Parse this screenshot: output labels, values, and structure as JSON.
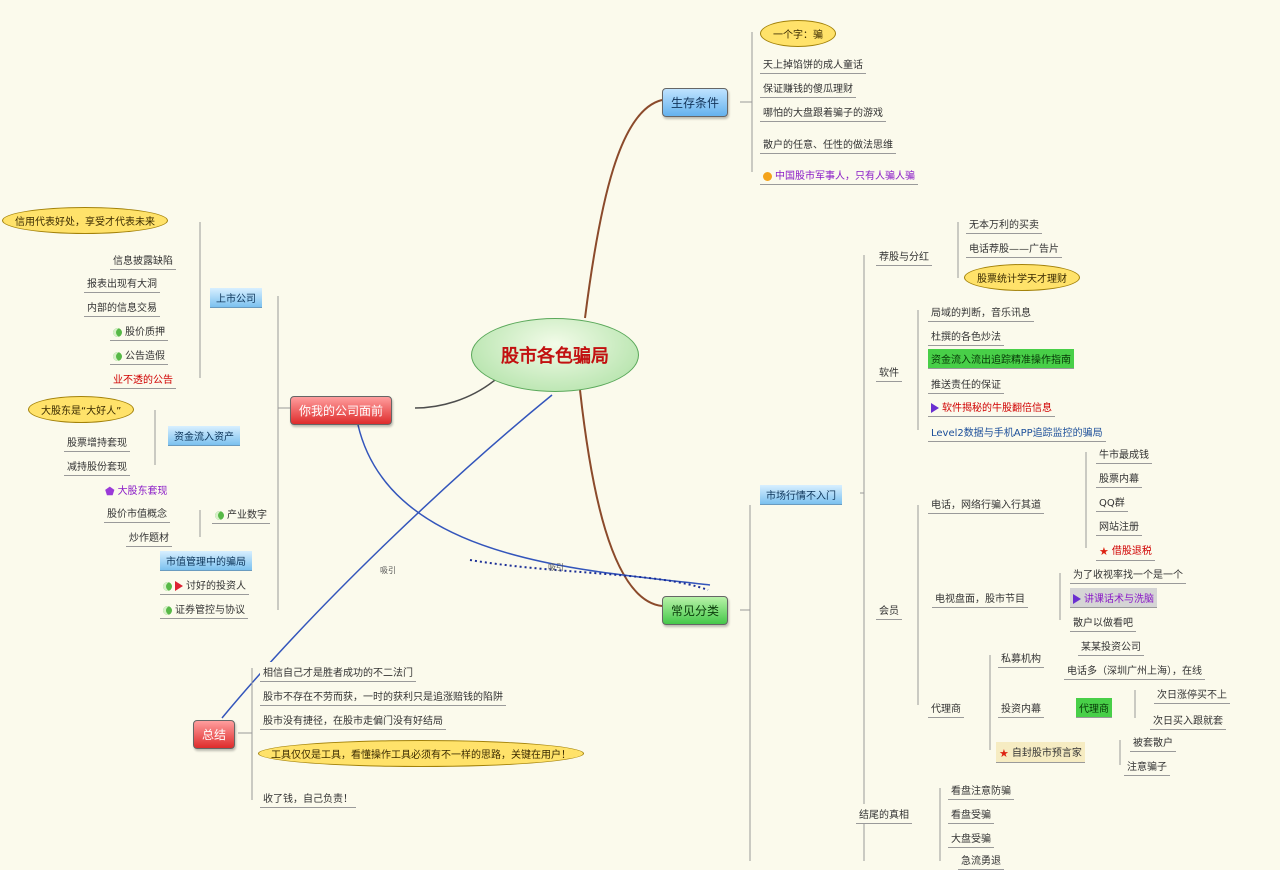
{
  "center": "股市各色骗局",
  "branches": {
    "survival": {
      "title": "生存条件",
      "oval": "一个字：骗",
      "items": [
        "天上掉馅饼的成人童话",
        "保证赚钱的傻瓜理财",
        "哪怕的大盘跟着骗子的游戏",
        "散户的任意、任性的做法思维",
        "中国股市军事人，只有人骗人骗"
      ]
    },
    "classification": {
      "title": "常见分类",
      "market": {
        "label": "市场行情不入门",
        "group1": {
          "label": "荐股与分红",
          "items": [
            "无本万利的买卖",
            "电话荐股——广告片"
          ],
          "oval": "股票统计学天才理财"
        },
        "group2": {
          "label": "软件",
          "items": [
            "局域的判断，音乐讯息",
            "杜撰的各色炒法",
            "资金流入流出追踪精准操作指南",
            "推送责任的保证",
            "软件揭秘的牛股翻倍信息",
            "Level2数据与手机APP追踪监控的骗局"
          ]
        },
        "group3": {
          "label": "电话，网络行骗入行其道",
          "items": [
            "牛市最成钱",
            "股票内幕",
            "QQ群",
            "网站注册",
            "借股退税"
          ]
        },
        "group4": {
          "label": "会员",
          "sub": "电视盘面，股市节目",
          "items": [
            "为了收视率找一个是一个",
            "讲课话术与洗脑",
            "散户以做看吧"
          ]
        },
        "group5": {
          "label": "代理商",
          "items": [
            "私募机构",
            "某某投资公司",
            "电话多（深圳广州上海），在线"
          ],
          "sub": "投资内幕",
          "hl": "代理商",
          "sub_items": [
            "次日涨停买不上",
            "次日买入跟就套"
          ],
          "star_item": "自封股市预言家",
          "star_sub": [
            "被套散户",
            "注意骗子"
          ]
        },
        "group6": {
          "label": "结尾的真相",
          "items": [
            "看盘注意防骗",
            "看盘受骗",
            "大盘受骗",
            "急流勇退"
          ]
        }
      }
    },
    "listed": {
      "title": "你我的公司面前",
      "oval1": "信用代表好处，享受才代表未来",
      "sub1": "上市公司",
      "sub1_items": [
        "信息披露缺陷",
        "报表出现有大洞",
        "内部的信息交易",
        "股价质押",
        "公告造假",
        "业不透的公告"
      ],
      "oval2": "大股东是“大好人”",
      "sub2": "资金流入资产",
      "sub2_items": [
        "股票增持套现",
        "减持股份套现"
      ],
      "pent_item": "大股东套现",
      "sub3": "产业数字",
      "sub3_items": [
        "股价市值概念",
        "炒作题材"
      ],
      "green_box": "市值管理中的骗局",
      "flag_items": [
        "讨好的投资人",
        "证券管控与协议"
      ]
    },
    "summary": {
      "title": "总结",
      "items": [
        "相信自己才是胜者成功的不二法门",
        "股市不存在不劳而获，一时的获利只是追涨赔钱的陷阱",
        "股市没有捷径，在股市走偏门没有好结局",
        "工具仅仅是工具，看懂操作工具必须有不一样的思路，关键在用户！",
        "收了钱，自己负责！"
      ]
    }
  },
  "connector_labels": [
    "吸引",
    "吸引"
  ]
}
